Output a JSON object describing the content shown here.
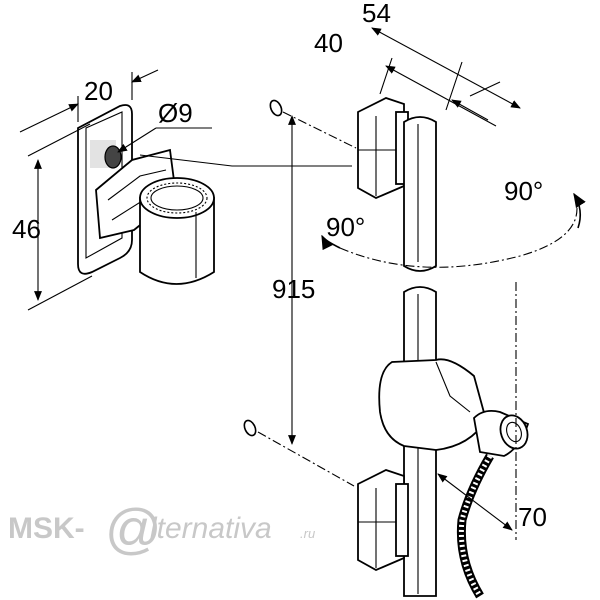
{
  "dimensions": {
    "width_20": "20",
    "diameter_9": "Ø9",
    "height_46": "46",
    "depth_40": "40",
    "depth_54": "54",
    "length_915": "915",
    "rotation_right": "90°",
    "rotation_left": "90°",
    "offset_70": "70"
  },
  "watermark": {
    "prefix": "MSK-",
    "at": "@",
    "suffix": "lternativa",
    "tld": ".ru"
  },
  "colors": {
    "line": "#000000",
    "watermark": "#c8c8c8"
  }
}
